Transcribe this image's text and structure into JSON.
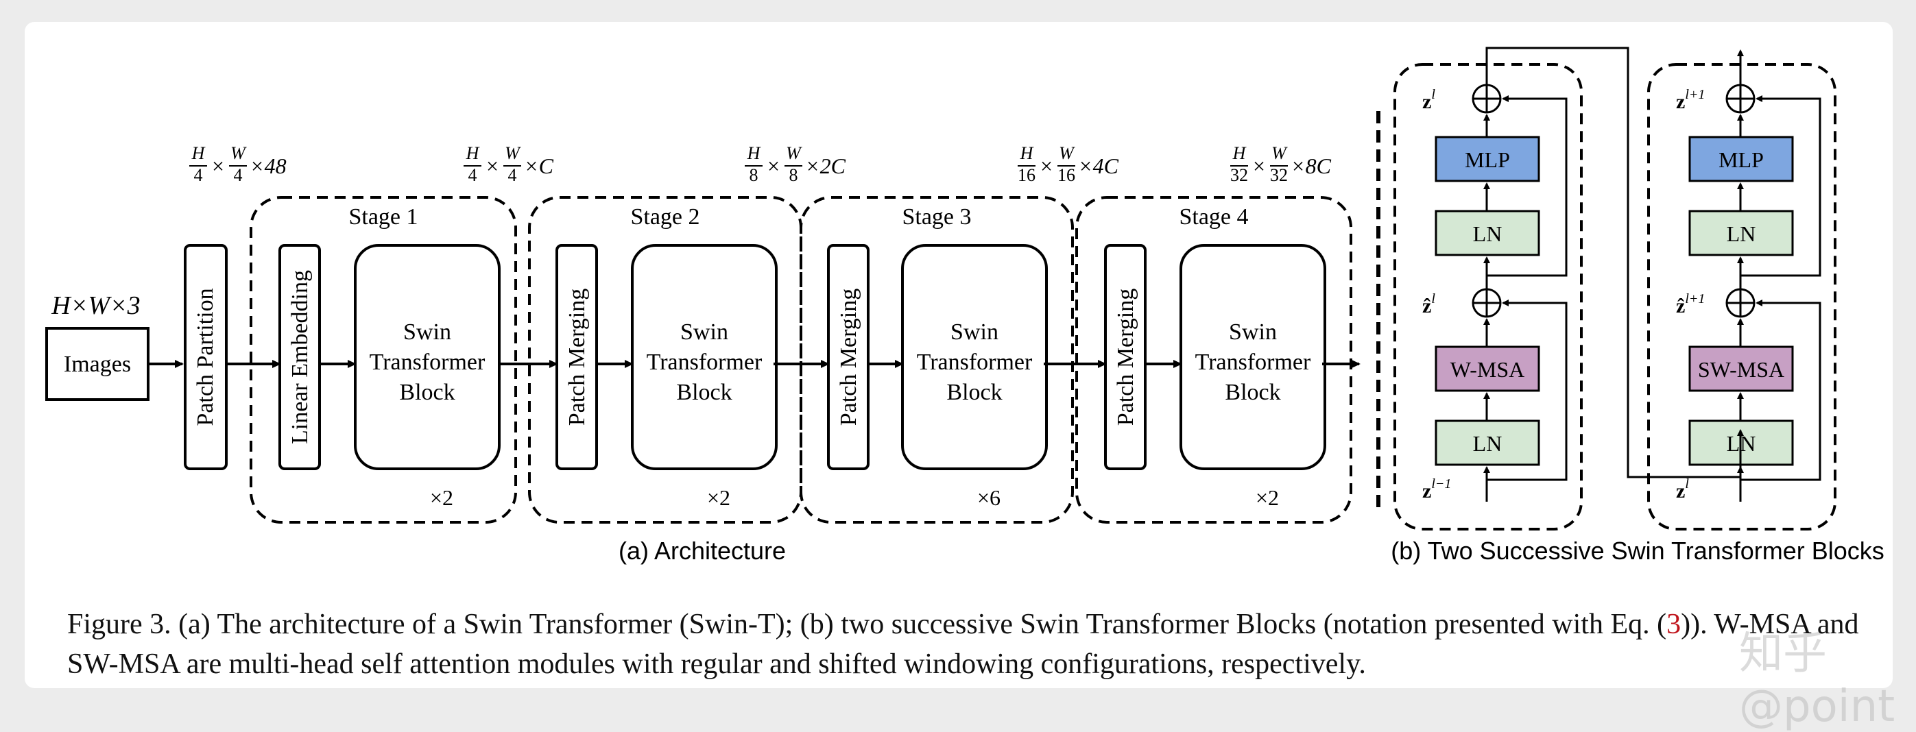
{
  "architecture": {
    "input_dims": "H×W×3",
    "images_label": "Images",
    "patch_partition_label": "Patch Partition",
    "stages": [
      {
        "title": "Stage 1",
        "first_label": "Linear Embedding",
        "block_lines": [
          "Swin",
          "Transformer",
          "Block"
        ],
        "repeat": "×2",
        "dims": {
          "num1": "H",
          "den1": "4",
          "num2": "W",
          "den2": "4",
          "suffix": "×48"
        }
      },
      {
        "title": "Stage 2",
        "first_label": "Patch Merging",
        "block_lines": [
          "Swin",
          "Transformer",
          "Block"
        ],
        "repeat": "×2",
        "dims": {
          "num1": "H",
          "den1": "4",
          "num2": "W",
          "den2": "4",
          "suffix": "×C"
        }
      },
      {
        "title": "Stage 3",
        "first_label": "Patch Merging",
        "block_lines": [
          "Swin",
          "Transformer",
          "Block"
        ],
        "repeat": "×6",
        "dims": {
          "num1": "H",
          "den1": "8",
          "num2": "W",
          "den2": "8",
          "suffix": "×2C"
        }
      },
      {
        "title": "Stage 4",
        "first_label": "Patch Merging",
        "block_lines": [
          "Swin",
          "Transformer",
          "Block"
        ],
        "repeat": "×2",
        "dims": {
          "num1": "H",
          "den1": "16",
          "num2": "W",
          "den2": "16",
          "suffix": "×4C"
        }
      }
    ],
    "final_dims": {
      "num1": "H",
      "den1": "32",
      "num2": "W",
      "den2": "32",
      "suffix": "×8C"
    },
    "subcaption": "(a) Architecture"
  },
  "blocks": {
    "left": {
      "top_var": "z",
      "top_sup": "l",
      "mid_var": "ẑ",
      "mid_sup": "l",
      "in_var": "z",
      "in_sup": "l−1",
      "mlp": "MLP",
      "ln_top": "LN",
      "attn": "W-MSA",
      "ln_bottom": "LN"
    },
    "right": {
      "top_var": "z",
      "top_sup": "l+1",
      "mid_var": "ẑ",
      "mid_sup": "l+1",
      "in_var": "z",
      "in_sup": "l",
      "mlp": "MLP",
      "ln_top": "LN",
      "attn": "SW-MSA",
      "ln_bottom": "LN"
    },
    "subcaption": "(b) Two Successive Swin Transformer Blocks"
  },
  "caption": {
    "text_before": "Figure 3. (a) The architecture of a Swin Transformer (Swin-T); (b) two successive Swin Transformer Blocks (notation presented with Eq. (",
    "ref": "3",
    "text_after": ")). W-MSA and SW-MSA are multi-head self attention modules with regular and shifted windowing configurations, respectively."
  },
  "watermark": "知乎 @point",
  "colors": {
    "mlp": "#7ea6e0",
    "ln": "#d5e8d4",
    "attn": "#c7a0c4",
    "stroke": "#000000",
    "ref": "#c0141c"
  }
}
